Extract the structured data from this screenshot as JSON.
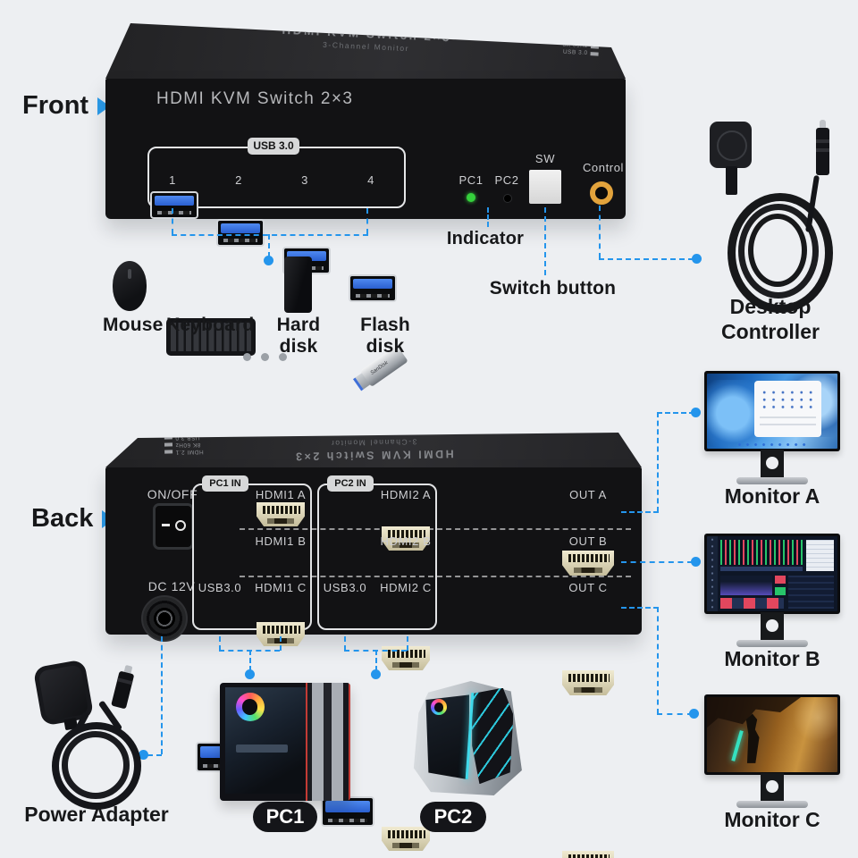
{
  "sections": {
    "front_label": "Front",
    "back_label": "Back"
  },
  "front_device": {
    "top_title": "HDMI KVM Switch 2×3",
    "top_subtitle": "3-Channel Monitor",
    "specs": [
      "HDMI 2.1",
      "8K 60Hz",
      "USB 3.0"
    ],
    "panel_title": "HDMI KVM Switch 2×3",
    "usb_group_label": "USB 3.0",
    "usb_ports": [
      "1",
      "2",
      "3",
      "4"
    ],
    "led_labels": [
      "PC1",
      "PC2"
    ],
    "switch_label": "SW",
    "control_label": "Control"
  },
  "front_callouts": {
    "indicator": "Indicator",
    "switch_button": "Switch button"
  },
  "peripherals": {
    "labels": [
      "Mouse",
      "Keyboard",
      "Hard disk",
      "Flash disk"
    ],
    "flash_brand": "SanDisk"
  },
  "desktop_controller": {
    "line1": "Desktop",
    "line2": "Controller"
  },
  "back_device": {
    "top_title": "HDMI KVM Switch 2×3",
    "top_subtitle": "3-Channel Monitor",
    "specs": [
      "HDMI 2.1",
      "8K 60Hz",
      "USB 3.0"
    ],
    "power_switch_label": "ON/OFF",
    "dc_label": "DC 12V",
    "groups": [
      {
        "label": "PC1 IN",
        "ports": [
          "HDMI1 A",
          "HDMI1 B",
          "USB3.0",
          "HDMI1 C"
        ]
      },
      {
        "label": "PC2 IN",
        "ports": [
          "HDMI2 A",
          "HDMI2 B",
          "USB3.0",
          "HDMI2 C"
        ]
      }
    ],
    "out_ports": [
      "OUT A",
      "OUT B",
      "OUT C"
    ]
  },
  "monitors": [
    {
      "label": "Monitor A"
    },
    {
      "label": "Monitor B"
    },
    {
      "label": "Monitor C"
    }
  ],
  "bottom": {
    "power_adapter_label": "Power Adapter",
    "pc_labels": [
      "PC1",
      "PC2"
    ]
  },
  "colors": {
    "accent_blue": "#2495ec",
    "led_green": "#35d13c",
    "jack_yellow": "#e8a23b",
    "background": "#edeff2",
    "device_black": "#121214"
  }
}
